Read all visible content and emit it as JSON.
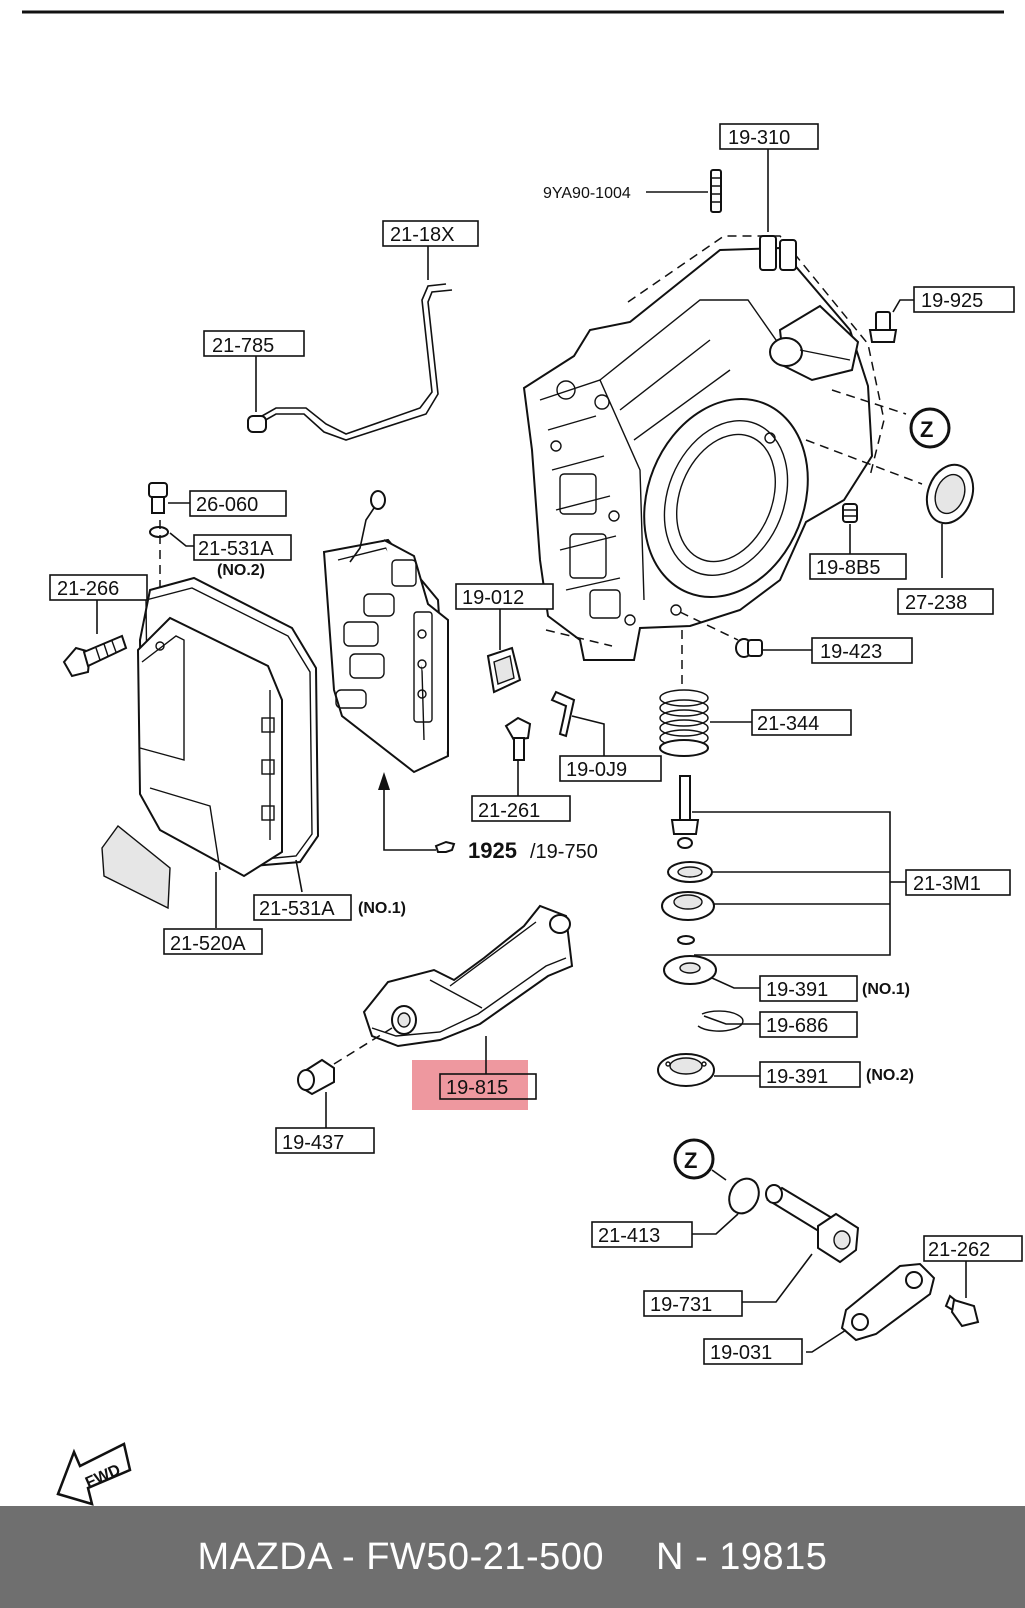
{
  "labels": {
    "p19310": "19-310",
    "p9ya": "9YA90-1004",
    "p2118x": "21-18X",
    "p21785": "21-785",
    "p19925": "19-925",
    "z1": "Z",
    "p26060": "26-060",
    "p21531a2": "21-531A",
    "no2a": "(NO.2)",
    "p21266": "21-266",
    "p19012": "19-012",
    "p198b5": "19-8B5",
    "p27238": "27-238",
    "p19423": "19-423",
    "p21344": "21-344",
    "p190j9": "19-0J9",
    "p21261": "21-261",
    "ref1925": "1925",
    "ref19750": "/19-750",
    "p213m1": "21-3M1",
    "p21531a1": "21-531A",
    "no1a": "(NO.1)",
    "p21520a": "21-520A",
    "p19391a": "19-391",
    "no1b": "(NO.1)",
    "p19686": "19-686",
    "p19815": "19-815",
    "p19391b": "19-391",
    "no2b": "(NO.2)",
    "p19437": "19-437",
    "z2": "Z",
    "p21413": "21-413",
    "p21262": "21-262",
    "p19731": "19-731",
    "p19031": "19-031",
    "fwd": "FWD"
  },
  "highlight": {
    "part": "19-815",
    "color": "#e8707a"
  },
  "footer": {
    "brand_part": "MAZDA - FW50-21-500",
    "number": "N - 19815"
  }
}
